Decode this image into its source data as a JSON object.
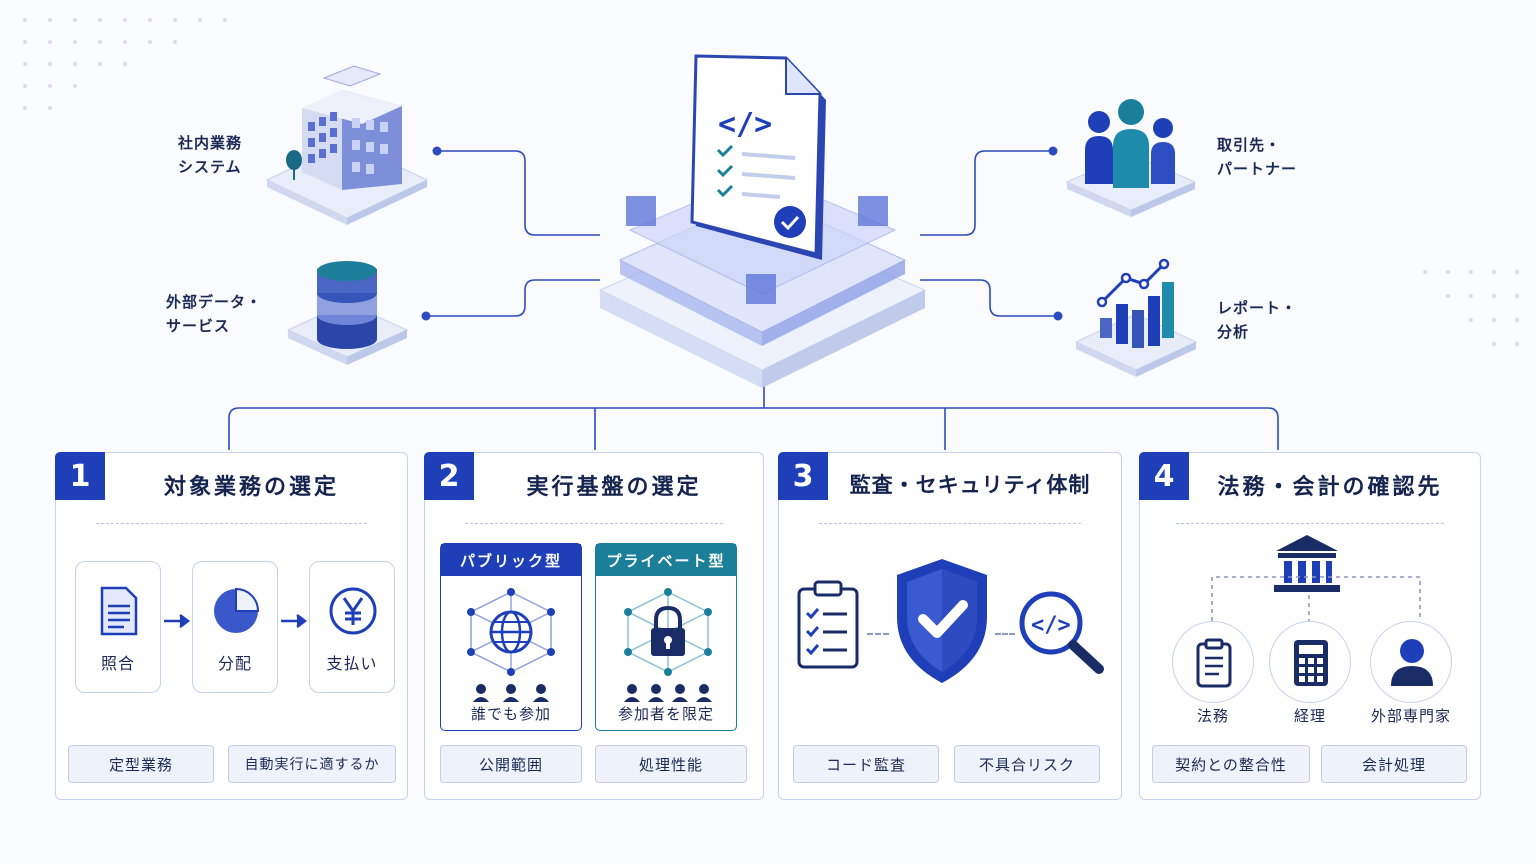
{
  "top_labels": {
    "internal_system": "社内業務\nシステム",
    "external_data": "外部データ・\nサービス",
    "partners": "取引先・\nパートナー",
    "reports": "レポート・\n分析"
  },
  "panels": [
    {
      "number": "1",
      "title": "対象業務の選定",
      "steps": [
        "照合",
        "分配",
        "支払い"
      ],
      "chips": [
        "定型業務",
        "自動実行に適するか"
      ]
    },
    {
      "number": "2",
      "title": "実行基盤の選定",
      "public_header": "パブリック型",
      "public_label": "誰でも参加",
      "private_header": "プライベート型",
      "private_label": "参加者を限定",
      "chips": [
        "公開範囲",
        "処理性能"
      ]
    },
    {
      "number": "3",
      "title": "監査・セキュリティ体制",
      "chips": [
        "コード監査",
        "不具合リスク"
      ]
    },
    {
      "number": "4",
      "title": "法務・会計の確認先",
      "experts": [
        "法務",
        "経理",
        "外部専門家"
      ],
      "chips": [
        "契約との整合性",
        "会計処理"
      ]
    }
  ],
  "colors": {
    "primary": "#1e3fb8",
    "teal": "#1b7f9a",
    "light_bg": "#eef2fb",
    "border": "#c7d2ec"
  },
  "icons": [
    "building-icon",
    "database-icon",
    "contract-document-icon",
    "people-icon",
    "chart-icon",
    "document-icon",
    "pie-chart-icon",
    "yen-icon",
    "globe-network-icon",
    "lock-network-icon",
    "clipboard-icon",
    "shield-check-icon",
    "code-search-icon",
    "bank-icon",
    "calculator-icon",
    "person-icon"
  ]
}
